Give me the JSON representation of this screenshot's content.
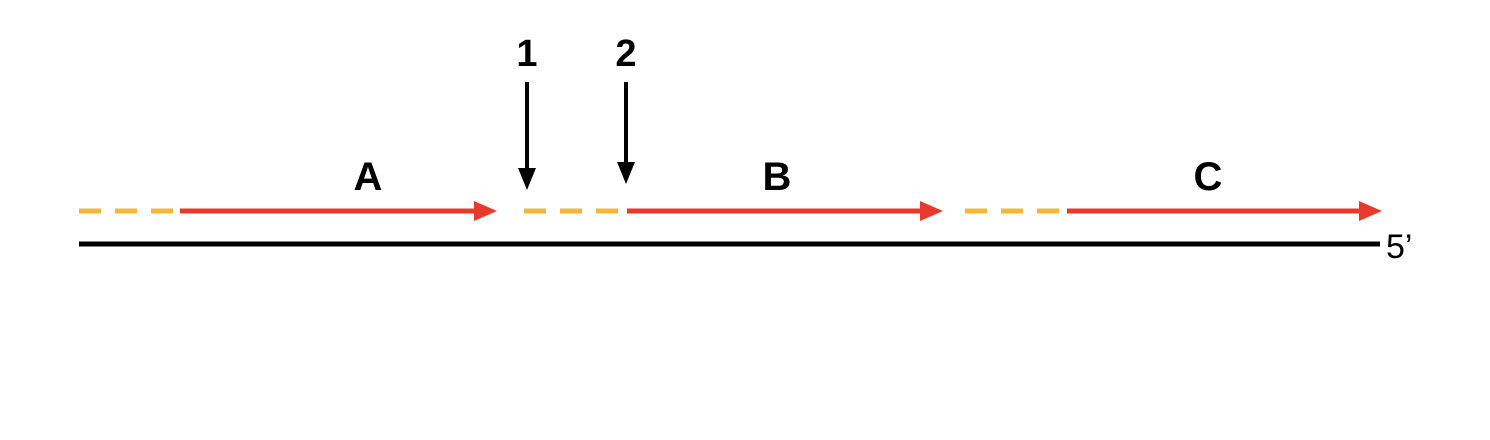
{
  "colors": {
    "background": "#ffffff",
    "template_strand": "#000000",
    "primer": "#f0b73a",
    "fragment": "#e8392b",
    "arrow": "#000000",
    "text": "#000000"
  },
  "template": {
    "end_label": "5’"
  },
  "fragments": [
    {
      "label": "A"
    },
    {
      "label": "B"
    },
    {
      "label": "C"
    }
  ],
  "markers": [
    {
      "label": "1"
    },
    {
      "label": "2"
    }
  ]
}
